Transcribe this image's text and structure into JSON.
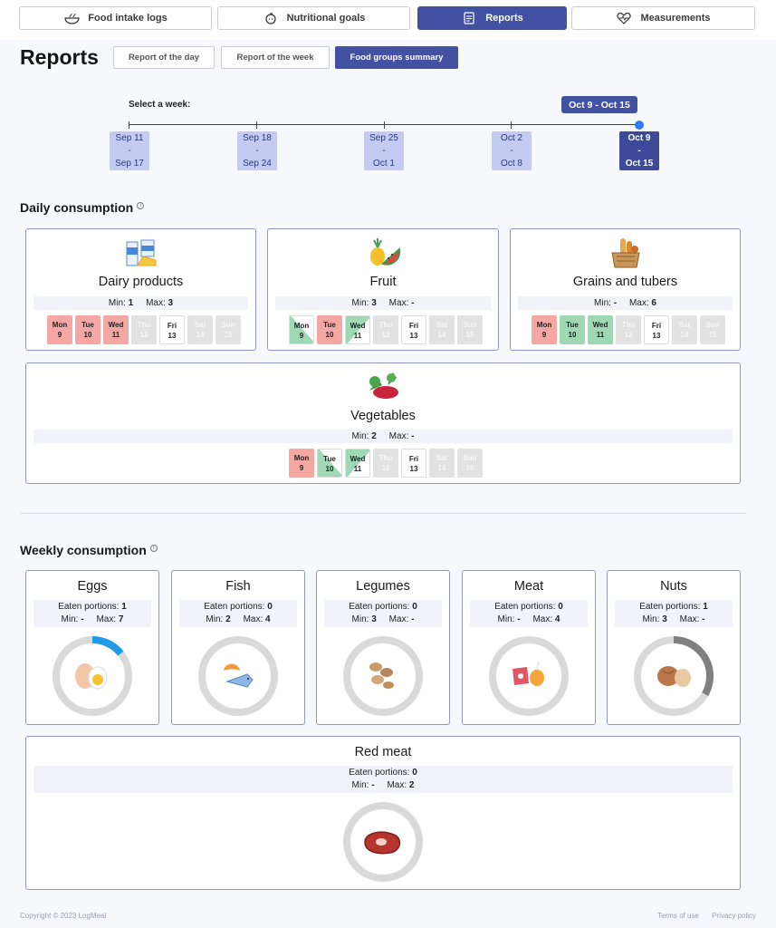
{
  "nav": {
    "tabs": [
      {
        "label": "Food intake logs",
        "icon": "bowl-icon"
      },
      {
        "label": "Nutritional goals",
        "icon": "apple-icon"
      },
      {
        "label": "Reports",
        "icon": "document-icon",
        "active": true
      },
      {
        "label": "Measurements",
        "icon": "heart-icon"
      }
    ]
  },
  "page": {
    "title": "Reports",
    "subtabs": [
      "Report of the day",
      "Report of the week",
      "Food groups summary"
    ],
    "active_subtab": "Food groups summary"
  },
  "week_selector": {
    "label": "Select a week:",
    "current": "Oct 9 - Oct 15",
    "weeks": [
      {
        "start": "Sep 11",
        "sep": "-",
        "end": "Sep 17"
      },
      {
        "start": "Sep 18",
        "sep": "-",
        "end": "Sep 24"
      },
      {
        "start": "Sep 25",
        "sep": "-",
        "end": "Oct 1"
      },
      {
        "start": "Oct 2",
        "sep": "-",
        "end": "Oct 8"
      },
      {
        "start": "Oct 9",
        "sep": "-",
        "end": "Oct 15"
      }
    ]
  },
  "daily": {
    "title": "Daily consumption",
    "min_label": "Min:",
    "max_label": "Max:",
    "cards": [
      {
        "name": "Dairy products",
        "icon": "dairy-icon",
        "min": "1",
        "max": "3",
        "days": [
          {
            "d": "Mon",
            "n": "9",
            "s": "red"
          },
          {
            "d": "Tue",
            "n": "10",
            "s": "red"
          },
          {
            "d": "Wed",
            "n": "11",
            "s": "red"
          },
          {
            "d": "Thu",
            "n": "12",
            "s": "future"
          },
          {
            "d": "Fri",
            "n": "13",
            "s": "white"
          },
          {
            "d": "Sat",
            "n": "14",
            "s": "future"
          },
          {
            "d": "Sun",
            "n": "15",
            "s": "future"
          }
        ]
      },
      {
        "name": "Fruit",
        "icon": "fruit-icon",
        "min": "3",
        "max": "-",
        "days": [
          {
            "d": "Mon",
            "n": "9",
            "s": "tri-w"
          },
          {
            "d": "Tue",
            "n": "10",
            "s": "red"
          },
          {
            "d": "Wed",
            "n": "11",
            "s": "tri-g"
          },
          {
            "d": "Thu",
            "n": "12",
            "s": "future"
          },
          {
            "d": "Fri",
            "n": "13",
            "s": "white"
          },
          {
            "d": "Sat",
            "n": "14",
            "s": "future"
          },
          {
            "d": "Sun",
            "n": "15",
            "s": "future"
          }
        ]
      },
      {
        "name": "Grains and tubers",
        "icon": "bread-basket-icon",
        "min": "-",
        "max": "6",
        "days": [
          {
            "d": "Mon",
            "n": "9",
            "s": "red"
          },
          {
            "d": "Tue",
            "n": "10",
            "s": "green"
          },
          {
            "d": "Wed",
            "n": "11",
            "s": "green"
          },
          {
            "d": "Thu",
            "n": "12",
            "s": "future"
          },
          {
            "d": "Fri",
            "n": "13",
            "s": "white"
          },
          {
            "d": "Sat",
            "n": "14",
            "s": "future"
          },
          {
            "d": "Sun",
            "n": "15",
            "s": "future"
          }
        ]
      },
      {
        "name": "Vegetables",
        "icon": "vegetables-icon",
        "min": "2",
        "max": "-",
        "days": [
          {
            "d": "Mon",
            "n": "9",
            "s": "red"
          },
          {
            "d": "Tue",
            "n": "10",
            "s": "tri-w"
          },
          {
            "d": "Wed",
            "n": "11",
            "s": "tri-g"
          },
          {
            "d": "Thu",
            "n": "12",
            "s": "future"
          },
          {
            "d": "Fri",
            "n": "13",
            "s": "white"
          },
          {
            "d": "Sat",
            "n": "14",
            "s": "future"
          },
          {
            "d": "Sun",
            "n": "15",
            "s": "future"
          }
        ]
      }
    ]
  },
  "weekly": {
    "title": "Weekly consumption",
    "eaten_label": "Eaten portions:",
    "min_label": "Min:",
    "max_label": "Max:",
    "cards": [
      {
        "name": "Eggs",
        "icon": "egg-icon",
        "eaten": "1",
        "min": "-",
        "max": "7",
        "fill": 0.143,
        "fill_color": "#1e9be9"
      },
      {
        "name": "Fish",
        "icon": "shrimp-fish-icon",
        "eaten": "0",
        "min": "2",
        "max": "4",
        "fill": 0,
        "fill_color": "#1e9be9"
      },
      {
        "name": "Legumes",
        "icon": "legumes-icon",
        "eaten": "0",
        "min": "3",
        "max": "-",
        "fill": 0,
        "fill_color": "#1e9be9"
      },
      {
        "name": "Meat",
        "icon": "meat-icon",
        "eaten": "0",
        "min": "-",
        "max": "4",
        "fill": 0,
        "fill_color": "#1e9be9"
      },
      {
        "name": "Nuts",
        "icon": "nuts-icon",
        "eaten": "1",
        "min": "3",
        "max": "-",
        "fill": 0.333,
        "fill_color": "#808080"
      },
      {
        "name": "Red meat",
        "icon": "steak-icon",
        "eaten": "0",
        "min": "-",
        "max": "2",
        "fill": 0,
        "fill_color": "#1e9be9"
      }
    ]
  },
  "colors": {
    "accent": "#4351a3",
    "over": "#f4a7a3",
    "ok": "#9ed9b4",
    "ring": "#d9d9d9"
  },
  "footer": {
    "copyright": "Copyright © 2023 LogMeal",
    "links": [
      "Terms of use",
      "Privacy policy"
    ]
  }
}
